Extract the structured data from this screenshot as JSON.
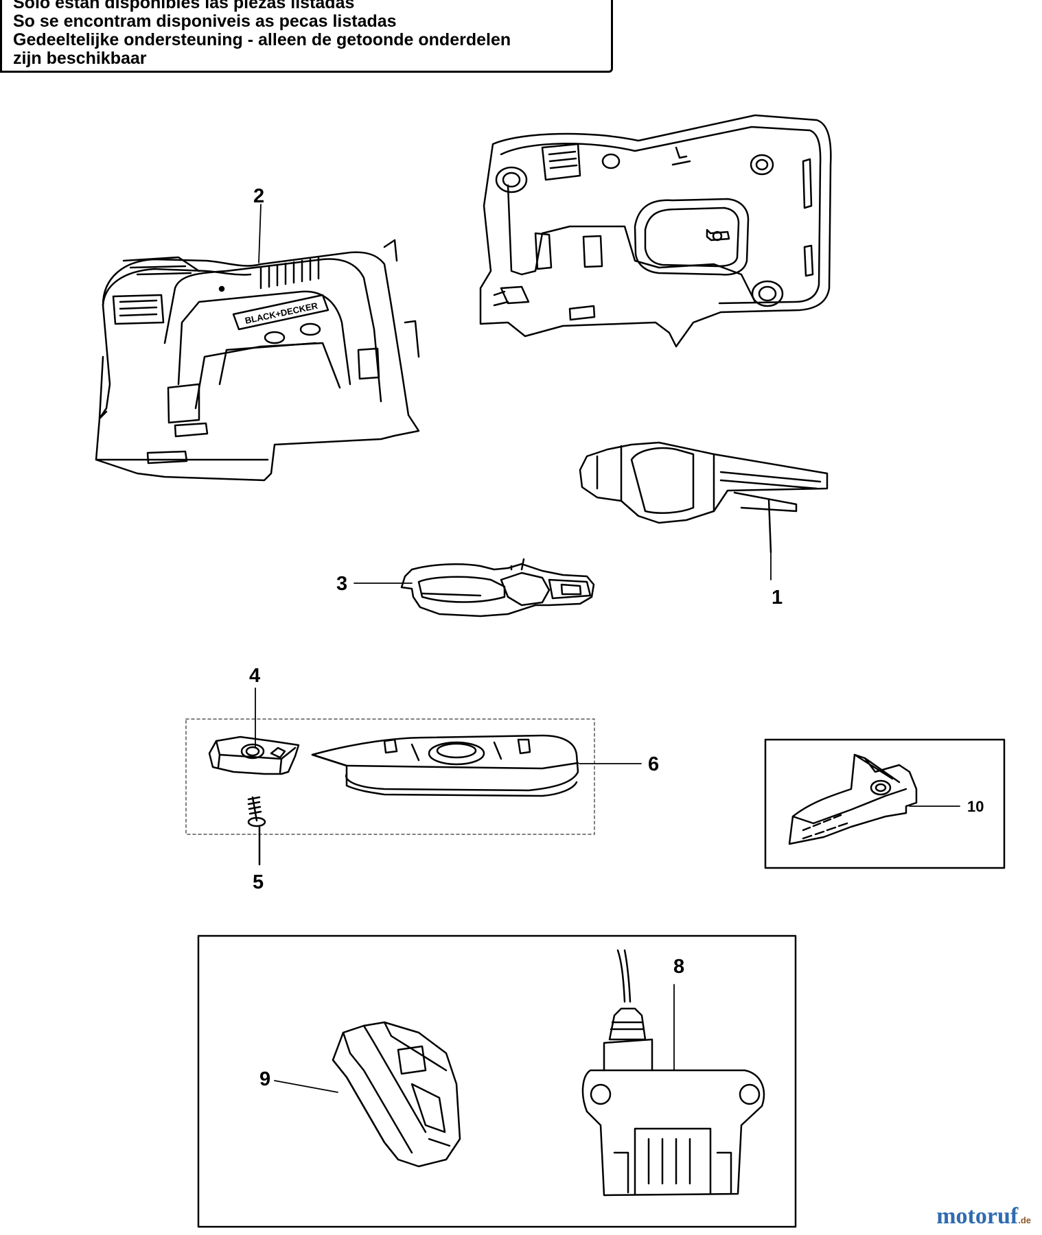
{
  "notice_lines": [
    "Solo estan disponibles las piezas listadas",
    "So se encontram disponiveis as pecas listadas",
    "Gedeeltelijke ondersteuning - alleen de getoonde onderdelen",
    "zijn beschikbaar"
  ],
  "brand_label": "BLACK+DECKER",
  "callouts": {
    "p1": "1",
    "p2": "2",
    "p3": "3",
    "p4": "4",
    "p5": "5",
    "p6": "6",
    "p8": "8",
    "p9": "9",
    "p10": "10"
  },
  "watermark": {
    "text": "motoruf",
    "suffix": ".de"
  }
}
